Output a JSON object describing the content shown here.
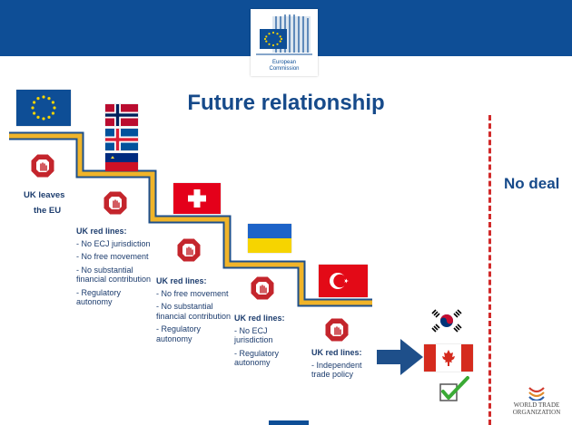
{
  "header": {
    "org_line1": "European",
    "org_line2": "Commission"
  },
  "title": "Future relationship",
  "stages": [
    {
      "label_line1": "UK leaves",
      "label_line2": "the EU"
    },
    {
      "red_lines_title": "UK red lines:",
      "items": [
        "- No ECJ jurisdiction",
        "- No free movement",
        "- No substantial financial contribution",
        "- Regulatory autonomy"
      ]
    },
    {
      "red_lines_title": "UK red lines:",
      "items": [
        "- No free movement",
        "- No substantial financial contribution",
        "- Regulatory autonomy"
      ]
    },
    {
      "red_lines_title": "UK red lines:",
      "items": [
        "- No ECJ jurisdiction",
        "- Regulatory autonomy"
      ]
    },
    {
      "red_lines_title": "UK red lines:",
      "items": [
        "- Independent trade policy"
      ]
    }
  ],
  "no_deal": "No deal",
  "wto": {
    "line1": "WORLD TRADE",
    "line2": "ORGANIZATION"
  },
  "icons": [
    "stop-icon",
    "flag-eu-icon",
    "flag-norway-icon",
    "flag-iceland-icon",
    "flag-liechtenstein-icon",
    "flag-switzerland-icon",
    "flag-ukraine-icon",
    "flag-turkey-icon",
    "flag-south-korea-icon",
    "flag-canada-icon",
    "checkmark-icon",
    "arrow-right-icon",
    "wto-logo-icon"
  ],
  "colors": {
    "brand_blue": "#0e4e96",
    "step_gold": "#f0b429",
    "stop_red": "#c4252c",
    "dash_red": "#d12a2a"
  }
}
